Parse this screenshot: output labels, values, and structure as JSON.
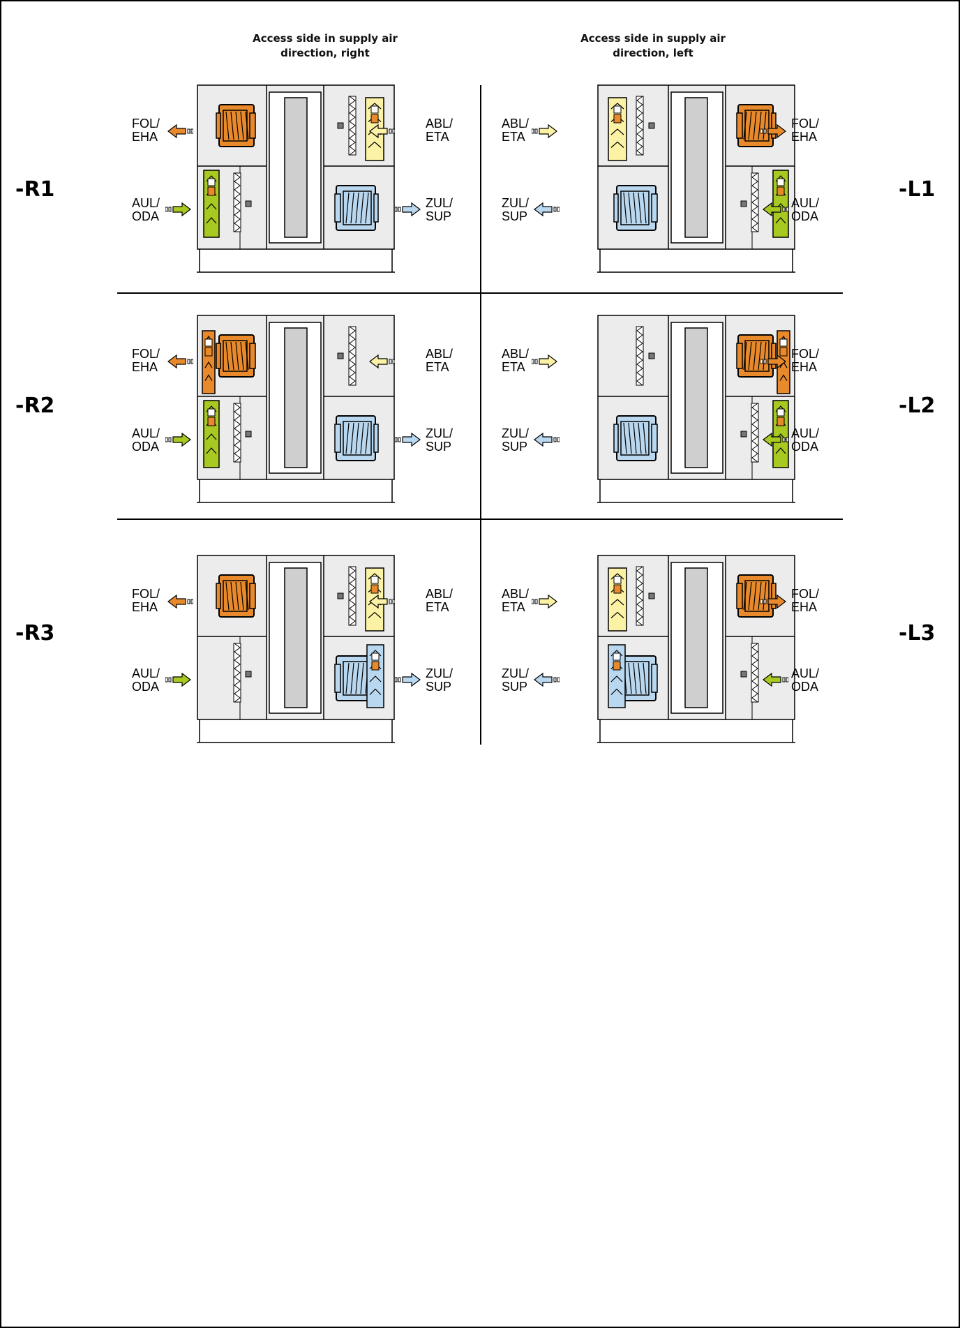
{
  "columns": {
    "right_heading": "Access side in supply air\ndirection, right",
    "left_heading": "Access side in supply air\ndirection, left"
  },
  "variants": [
    {
      "id": "-R1",
      "side": "right"
    },
    {
      "id": "-R2",
      "side": "right"
    },
    {
      "id": "-R3",
      "side": "right"
    },
    {
      "id": "-L1",
      "side": "left"
    },
    {
      "id": "-L2",
      "side": "left"
    },
    {
      "id": "-L3",
      "side": "left"
    }
  ],
  "air_labels": {
    "fol": "FOL/\nEHA",
    "abl": "ABL/\nETA",
    "aul": "AUL/\nODA",
    "zul": "ZUL/\nSUP"
  },
  "colors": {
    "extract_air": "#fbf2a6",
    "outdoor_air": "#a8c822",
    "exhaust_air": "#e88a2c",
    "supply_air": "#b9d7ef",
    "casing": "#ececec",
    "heat_exchanger": "#cfcfcf"
  }
}
